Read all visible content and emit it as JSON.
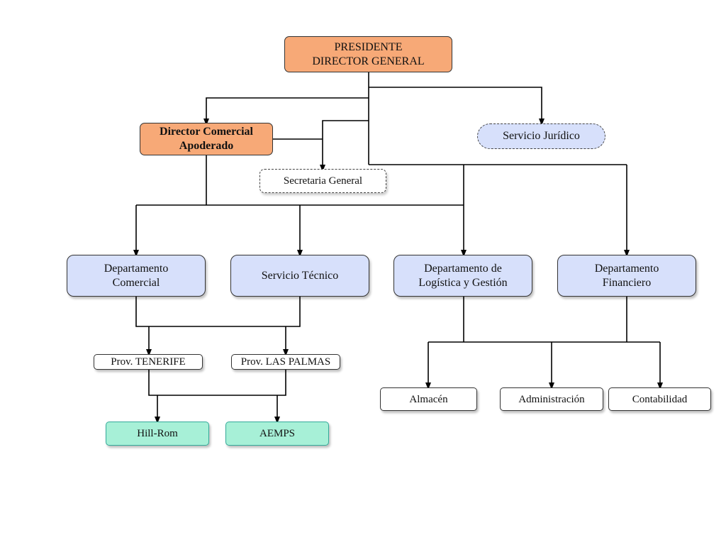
{
  "org": {
    "presidente": "PRESIDENTE\nDIRECTOR GENERAL",
    "director_comercial": "Director Comercial\nApoderado",
    "servicio_juridico": "Servicio Jurídico",
    "secretaria_general": "Secretaria General",
    "dept_comercial": "Departamento\nComercial",
    "servicio_tecnico": "Servicio Técnico",
    "dept_logistica": "Departamento de\nLogística y Gestión",
    "dept_financiero": "Departamento\nFinanciero",
    "prov_tenerife": "Prov. TENERIFE",
    "prov_las_palmas": "Prov.  LAS PALMAS",
    "hill_rom": "Hill-Rom",
    "aemps": "AEMPS",
    "almacen": "Almacén",
    "administracion": "Administración",
    "contabilidad": "Contabilidad"
  },
  "colors": {
    "orange": "#f7a977",
    "blue": "#d7e0fb",
    "teal": "#a7f0d7",
    "line": "#000000"
  }
}
